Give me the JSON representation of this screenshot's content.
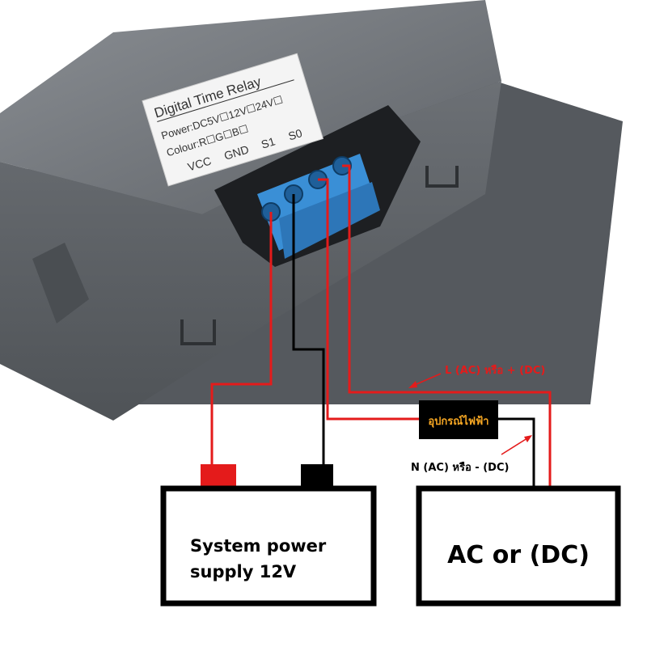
{
  "module": {
    "sticker": {
      "title": "Digital Time Relay",
      "power_line": "Power:DC5V☐12V☐24V☐",
      "colour_line": "Colour:R☐G☐B☐",
      "pins": [
        "VCC",
        "GND",
        "S1",
        "S0"
      ]
    }
  },
  "labels": {
    "live": "L (AC) หรือ + (DC)",
    "neutral": "N (AC) หรือ - (DC)",
    "device": "อุปกรณ์ไฟฟ้า"
  },
  "boxes": {
    "system_supply_line1": "System power",
    "system_supply_line2": "supply 12V",
    "ac_dc": "AC or (DC)"
  },
  "colors": {
    "live_wire": "#e41b1b",
    "neutral_wire": "#000000",
    "device_label": "#f5a623",
    "housing": "#6f7378",
    "terminal": "#3a8fd6",
    "label_text": "#e41b1b"
  }
}
